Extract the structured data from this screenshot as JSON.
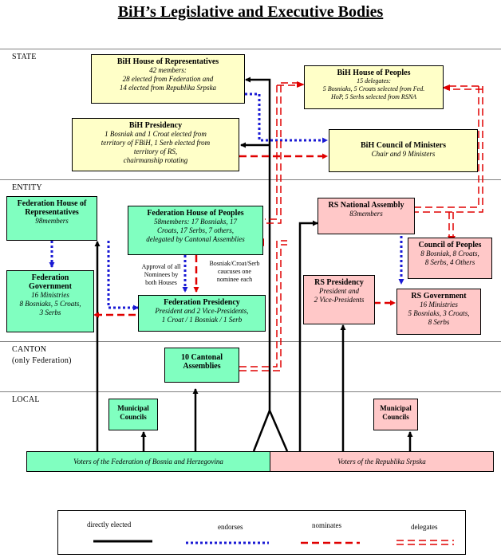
{
  "title": "BiH’s Legislative and Executive Bodies",
  "sections": {
    "state": "STATE",
    "entity": "ENTITY",
    "canton": "CANTON",
    "canton_note": "(only Federation)",
    "local": "LOCAL"
  },
  "boxes": {
    "bih_hor": {
      "title": "BiH House of Representatives",
      "body": "42 members:\n28 elected from Federation and\n14 elected from Republika Srpska"
    },
    "bih_hop": {
      "title": "BiH House of Peoples",
      "body": "15 delegates:\n5 Bosniaks, 5 Croats selected from Fed.\nHoP, 5 Serbs selected from RSNA"
    },
    "bih_presidency": {
      "title": "BiH Presidency",
      "body": "1 Bosniak and 1 Croat elected from\nterritory of FBiH, 1 Serb elected from\nterritory of RS,\nchairmanship rotating"
    },
    "bih_council": {
      "title": "BiH Council of Ministers",
      "body": "Chair and 9 Ministers"
    },
    "fed_hor": {
      "title": "Federation House of\nRepresentatives",
      "body": "98members"
    },
    "fed_hop": {
      "title": "Federation House of Peoples",
      "body": "58members: 17 Bosniaks, 17\nCroats, 17 Serbs, 7 others,\ndelegated by Cantonal Assemblies"
    },
    "rs_na": {
      "title": "RS National Assembly",
      "body": "83members"
    },
    "council_peoples": {
      "title": "Council of Peoples",
      "body": "8 Bosniak, 8 Croats,\n8 Serbs, 4 Others"
    },
    "fed_gov": {
      "title": "Federation\nGovernment",
      "body": "16 Ministries\n8 Bosniaks, 5 Croats,\n3 Serbs"
    },
    "fed_presidency": {
      "title": "Federation Presidency",
      "body": "President and 2 Vice-Presidents,\n1 Croat / 1 Bosniak / 1 Serb"
    },
    "rs_presidency": {
      "title": "RS Presidency",
      "body": "President and\n2 Vice-Presidents"
    },
    "rs_gov": {
      "title": "RS Government",
      "body": "16 Ministries\n5 Bosniaks, 3 Croats,\n8 Serbs"
    },
    "cantonal": {
      "title": "10 Cantonal\nAssemblies",
      "body": ""
    },
    "mun_fed": {
      "title": "Municipal\nCouncils",
      "body": ""
    },
    "mun_rs": {
      "title": "Municipal\nCouncils",
      "body": ""
    }
  },
  "notes": {
    "approval": "Approval of all\nNominees by\nboth Houses",
    "caucuses": "Bosniak/Croat/Serb\ncaucuses one\nnominee each"
  },
  "voters": {
    "federation": "Voters of the Federation of Bosnia and Herzegovina",
    "rs": "Voters of the Republika Srpska"
  },
  "legend": {
    "elected": "directly elected",
    "endorses": "endorses",
    "nominates": "nominates",
    "delegates": "delegates"
  },
  "colors": {
    "state_box": "#ffffc8",
    "federation_box": "#80ffc0",
    "rs_box": "#ffc8c8",
    "endorses_line": "#1a1ad4",
    "nominates_line": "#e00000",
    "delegates_line": "#e00000"
  }
}
